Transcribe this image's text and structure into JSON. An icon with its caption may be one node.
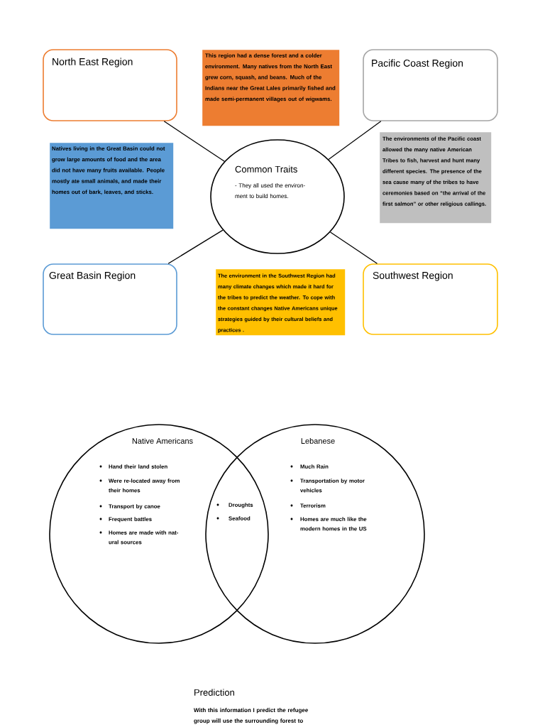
{
  "diagram": {
    "nodes": [
      {
        "text": [
          "North East Region"
        ]
      },
      {
        "text": [
          "This region had a dense forest and a colder environment. Many natives from the North East grew corn, squash, and beans. Much of the Indians near the Great Lales primarily fished and made semi-permanent villages out of wigwams."
        ]
      },
      {
        "text": [
          "Pacific Coast Region"
        ]
      },
      {
        "text": [
          "Natives living in the Great Basin could not grow large amounts of food and the area did not have many fruits available. People mostly ate small animals, and made their homes out of bark, leaves, and sticks."
        ]
      },
      {
        "text": [
          "Common Traits",
          "- They all used the environ- ment to build homes."
        ]
      },
      {
        "text": [
          "The environments of the Pacific coast allowed the many native American Tribes to fish, harvest and hunt many different species. The presence of the sea cause many of the tribes to have ceremonies based on “the arrival of the first salmon” or other religious callings."
        ]
      },
      {
        "text": [
          "Great Basin Region"
        ]
      },
      {
        "text": [
          "The environment in the Southwest Region had many climate changes which made it hard for the tribes to predict the weather. To cope with the constant changes Native Americans unique strategies guided by their cultural beliefs and practices ."
        ]
      },
      {
        "text": [
          "Southwest Region"
        ]
      },
      {
        "text": [
          "Native Americans",
          "Hand their land stolen",
          "Were re-located away from their homes",
          "Transport by canoe",
          "Frequent battles",
          "Homes are made with nat- ural sources"
        ]
      },
      {
        "text": [
          "Lebanese",
          "Much Rain",
          "Transportation by motor vehicles",
          "Terrorism",
          "Homes are much like the modern homes in the US"
        ]
      }
    ],
    "edges": [
      {
        "from": 0,
        "to": 4,
        "arrow": "none"
      },
      {
        "from": 2,
        "to": 4,
        "arrow": "none"
      },
      {
        "from": 6,
        "to": 4,
        "arrow": "none"
      },
      {
        "from": 8,
        "to": 4,
        "arrow": "none"
      }
    ],
    "labels": [
      "Droughts",
      "Seafood",
      "Prediction",
      "With this information I predict the refugee group will use the surrounding forest to"
    ]
  }
}
